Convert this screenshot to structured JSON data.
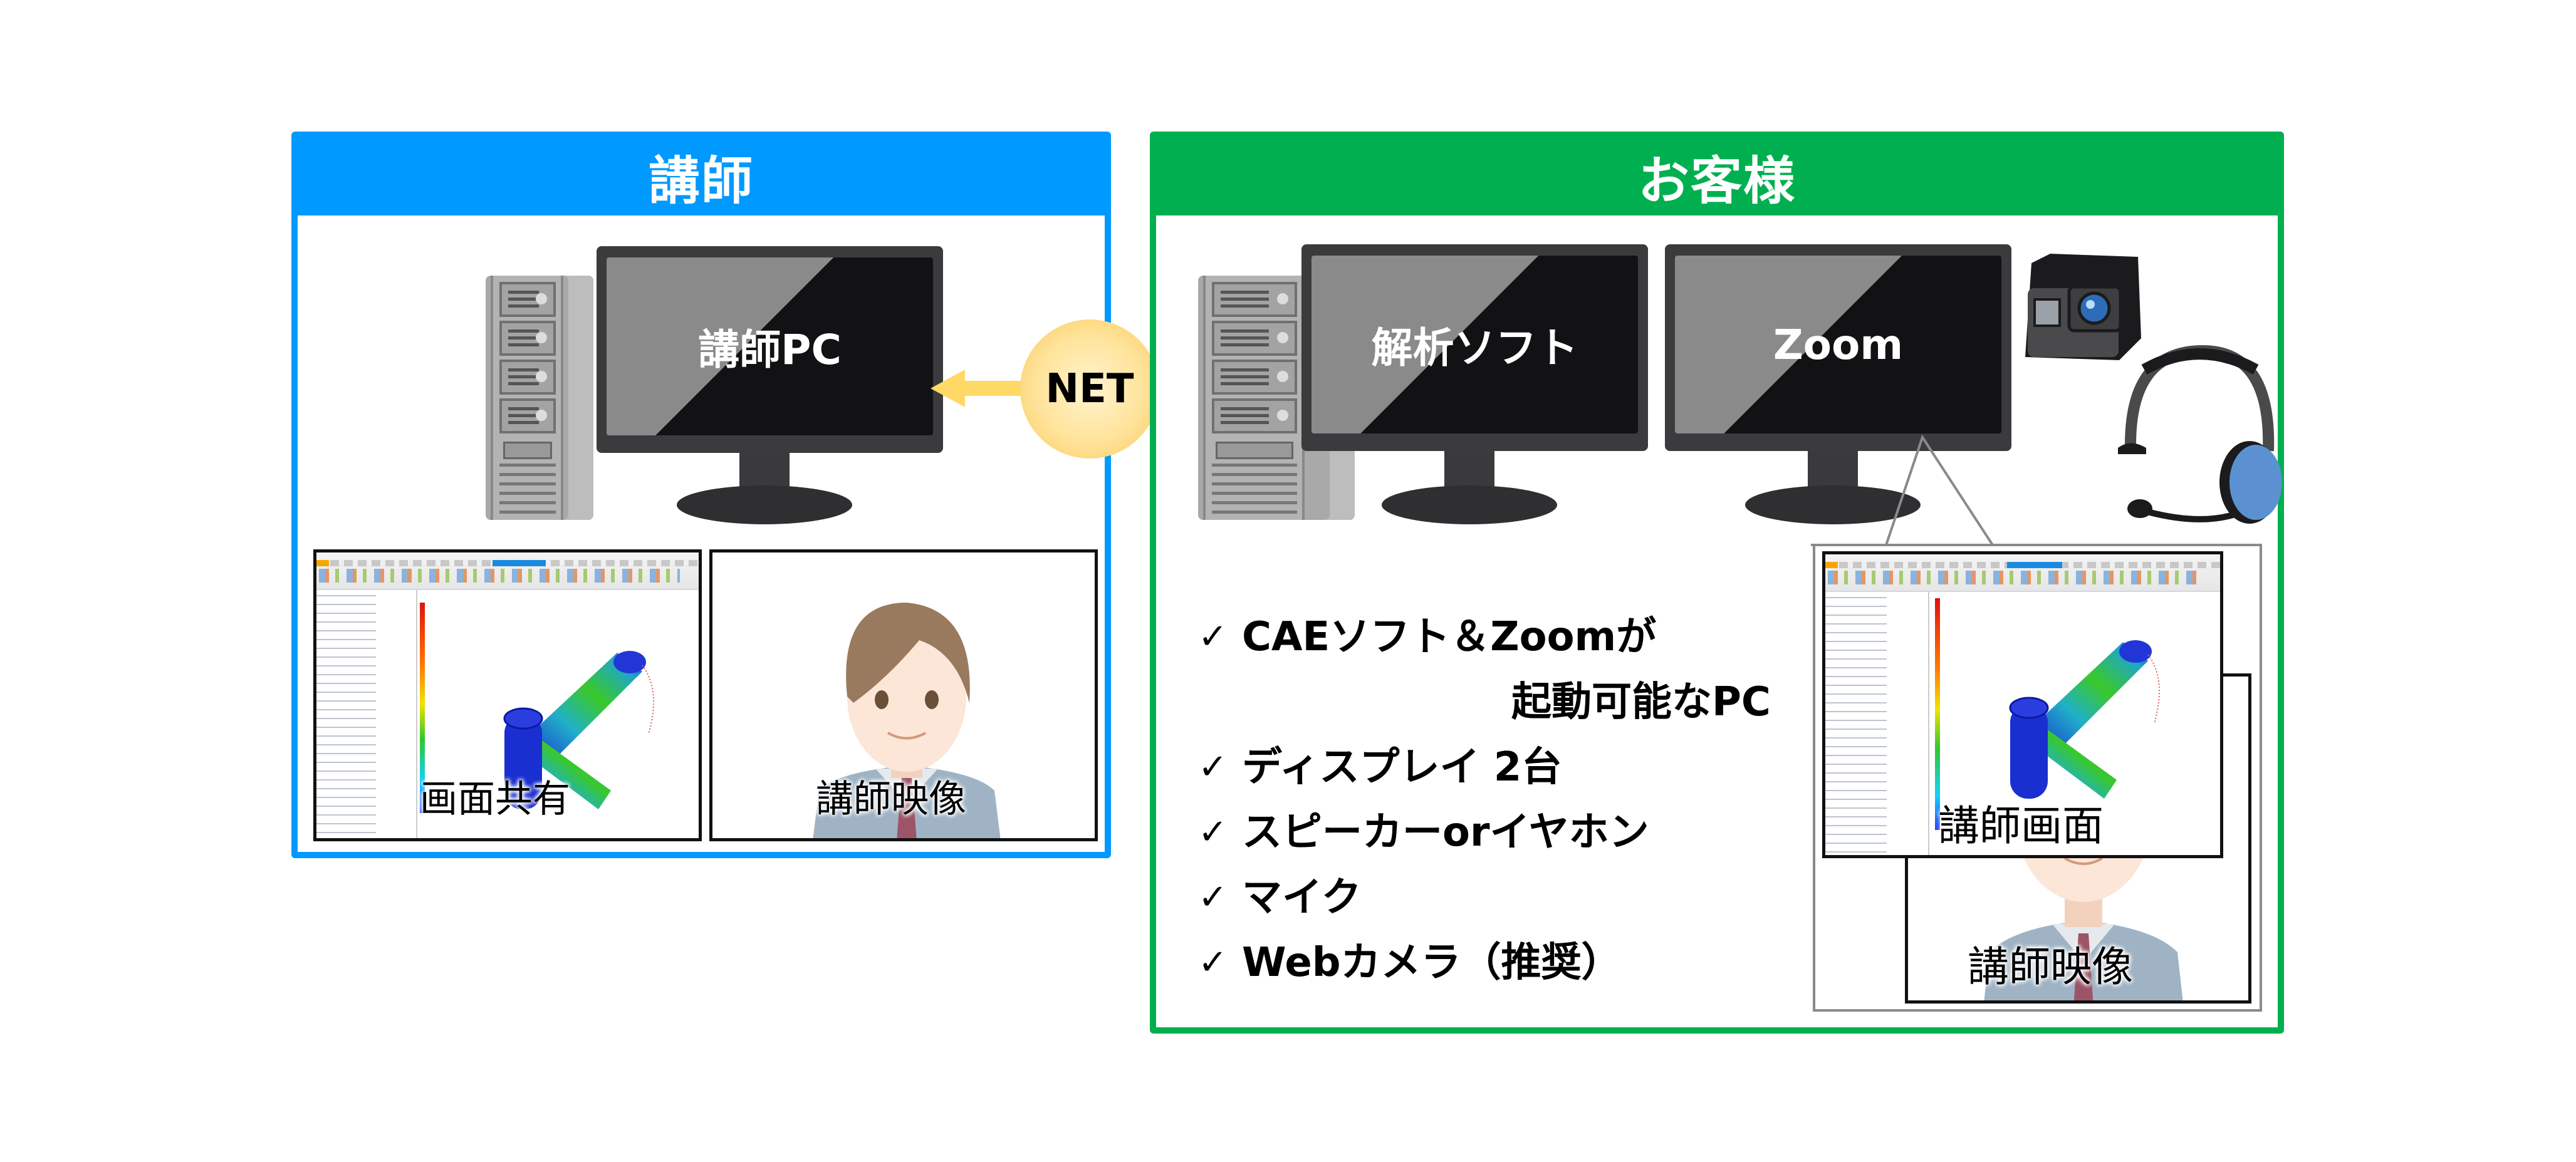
{
  "instructor_panel": {
    "title": "講師",
    "pc_label": "講師PC",
    "screen_share_caption": "画面共有",
    "video_caption": "講師映像",
    "color": "#0099FF"
  },
  "network": {
    "label": "NET",
    "arrow_color": "#FFD966"
  },
  "customer_panel": {
    "title": "お客様",
    "monitor_1_label": "解析ソフト",
    "monitor_2_label": "Zoom",
    "color": "#00B050",
    "callout": {
      "screen_caption": "講師画面",
      "video_caption": "講師映像"
    },
    "requirements": [
      {
        "icon": "check-icon",
        "text": "CAEソフト＆Zoomが",
        "continuation": "起動可能なPC"
      },
      {
        "icon": "check-icon",
        "text": "ディスプレイ 2台"
      },
      {
        "icon": "check-icon",
        "text": "スピーカーorイヤホン"
      },
      {
        "icon": "check-icon",
        "text": "マイク"
      },
      {
        "icon": "check-icon",
        "text": "Webカメラ（推奨）"
      }
    ],
    "check_glyph": "✓"
  }
}
